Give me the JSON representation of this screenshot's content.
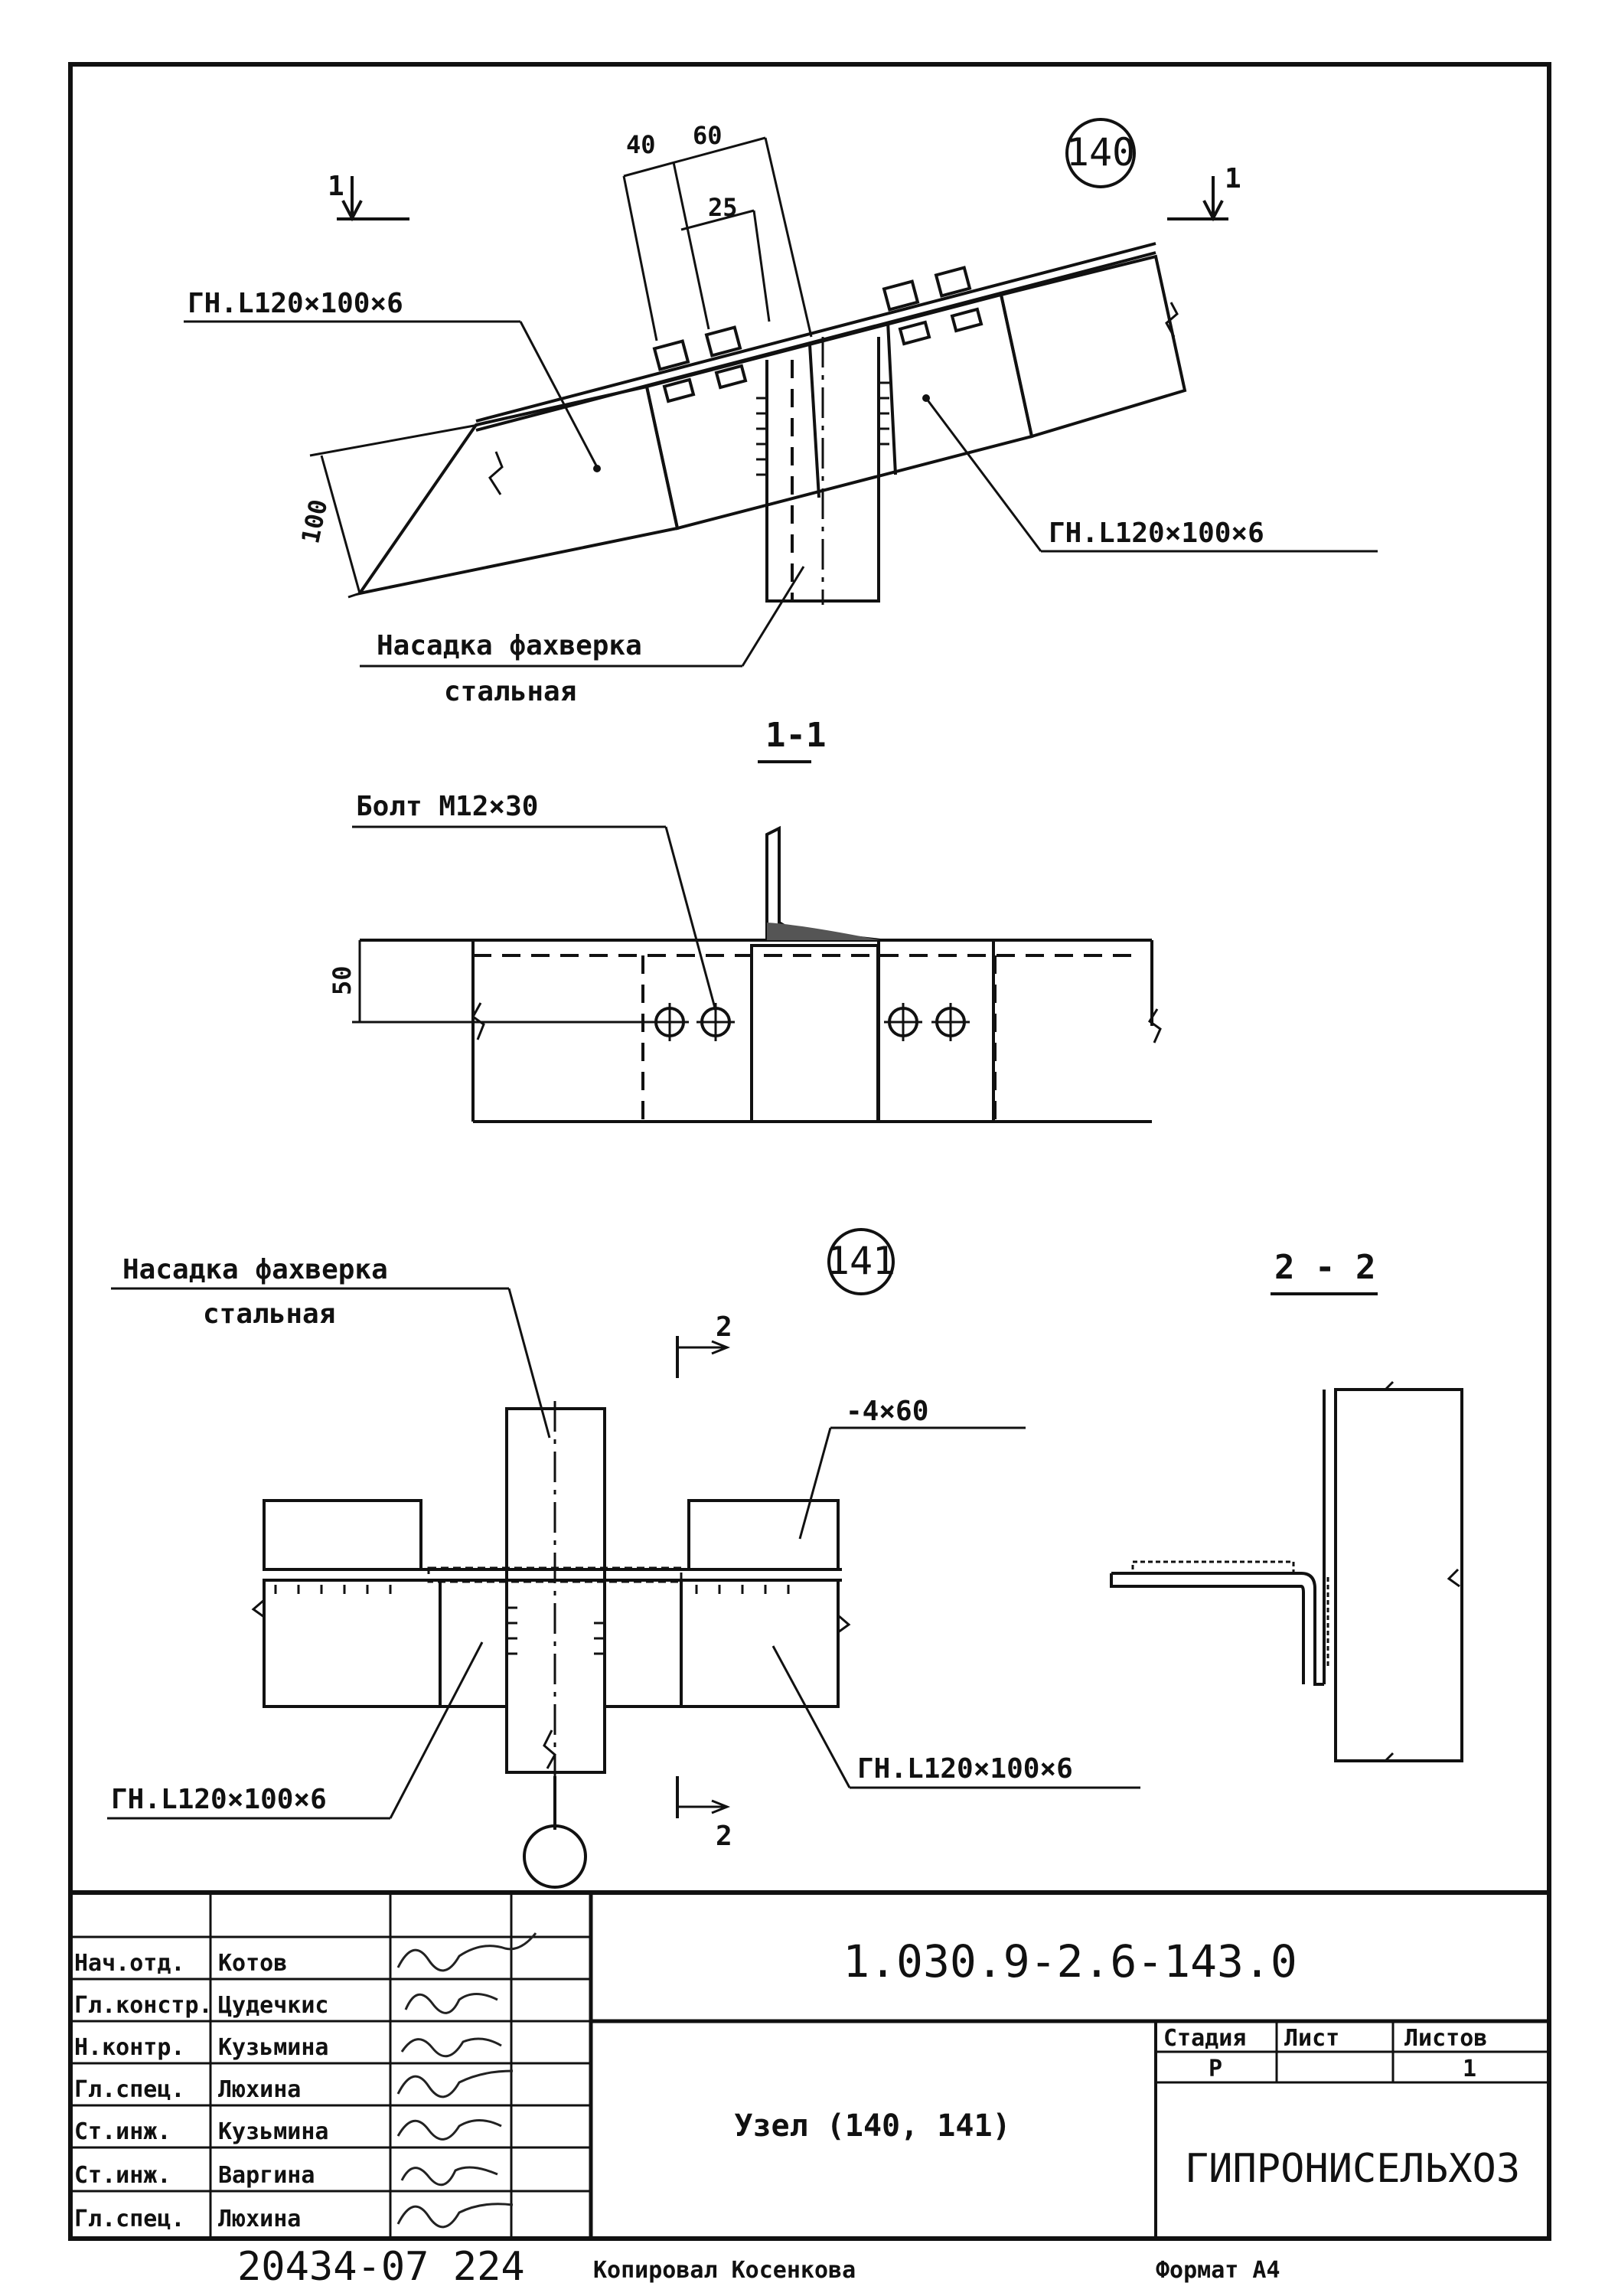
{
  "node_140": {
    "number": "140",
    "section_marks": [
      "1",
      "1"
    ],
    "dims": [
      "40",
      "60",
      "25",
      "100"
    ],
    "label_angle_left": "ГН.L120×100×6",
    "label_angle_right": "ГН.L120×100×6",
    "label_cap_line1": "Насадка фахверка",
    "label_cap_line2": "стальная"
  },
  "section_1_1": {
    "title": "1-1",
    "bolt_label": "Болт М12×30",
    "dim": "50"
  },
  "node_141": {
    "number": "141",
    "label_cap_line1": "Насадка фахверка",
    "label_cap_line2": "стальная",
    "section_marks": [
      "2",
      "2"
    ],
    "plate_label": "-4×60",
    "label_angle_left": "ГН.L120×100×6",
    "label_angle_right": "ГН.L120×100×6"
  },
  "section_2_2": {
    "title": "2 - 2"
  },
  "title_block": {
    "roles": [
      "Нач.отд.",
      "Гл.констр.",
      "Н.контр.",
      "Гл.спец.",
      "Ст.инж.",
      "Ст.инж.",
      "Гл.спец."
    ],
    "names": [
      "Котов",
      "Цудечкис",
      "Кузьмина",
      "Люхина",
      "Кузьмина",
      "Варгина",
      "Люхина"
    ],
    "doc_code": "1.030.9-2.6-143.0",
    "title": "Узел (140, 141)",
    "stage_header": "Стадия",
    "sheet_header": "Лист",
    "sheets_header": "Листов",
    "stage_value": "Р",
    "sheet_value": "",
    "sheets_value": "1",
    "org": "ГИПРОНИСЕЛЬХОЗ"
  },
  "footer": {
    "inventory": "20434-07 224",
    "copied": "Копировал Косенкова",
    "format": "Формат А4"
  }
}
